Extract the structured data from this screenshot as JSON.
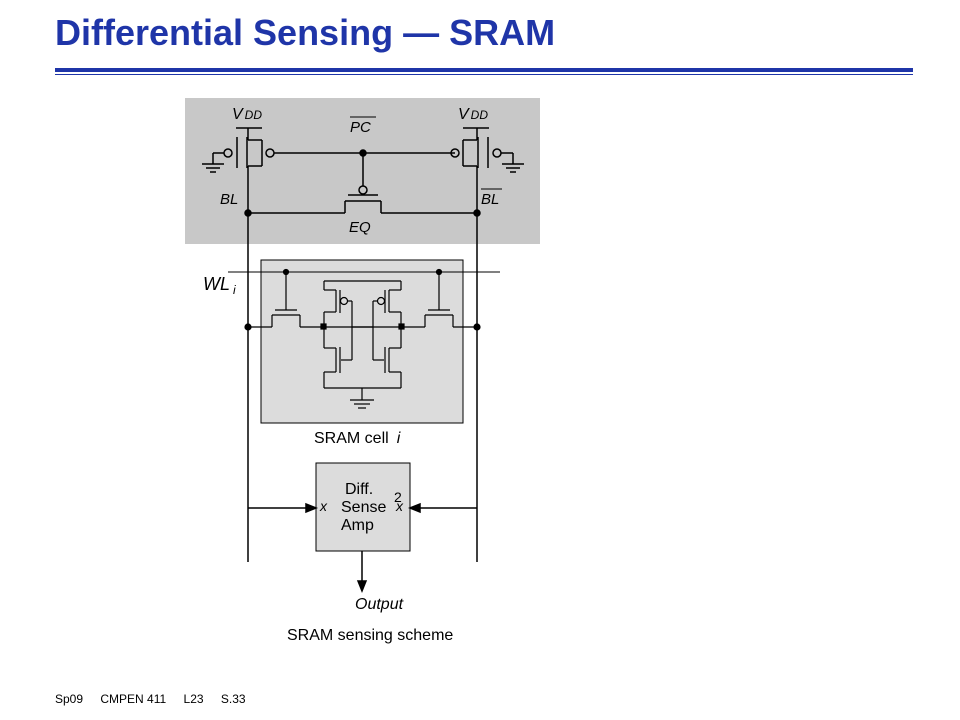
{
  "slide": {
    "title": "Differential Sensing — SRAM"
  },
  "diagram": {
    "vdd_left": "V",
    "vdd_left_sub": "DD",
    "vdd_right": "V",
    "vdd_right_sub": "DD",
    "pc": "PC",
    "bl": "BL",
    "bl_bar": "BL",
    "eq": "EQ",
    "wl": "WL",
    "wl_sub": "i",
    "sram_cell_label": "SRAM cell",
    "sram_cell_index": "i",
    "amp_line1": "Diff.",
    "amp_line2": "Sense",
    "amp_line3": "Amp",
    "amp_x_left": "x",
    "amp_x_right": "x",
    "amp_2": "2",
    "output": "Output",
    "caption": "SRAM sensing scheme",
    "colors": {
      "precharge_fill": "#c8c8c8",
      "cell_fill": "#dcdcdc",
      "amp_fill": "#dcdcdc",
      "wire": "#000000"
    }
  },
  "footer": {
    "course": "Sp09",
    "code": "CMPEN 411",
    "lecture": "L23",
    "slide": "S.33"
  }
}
